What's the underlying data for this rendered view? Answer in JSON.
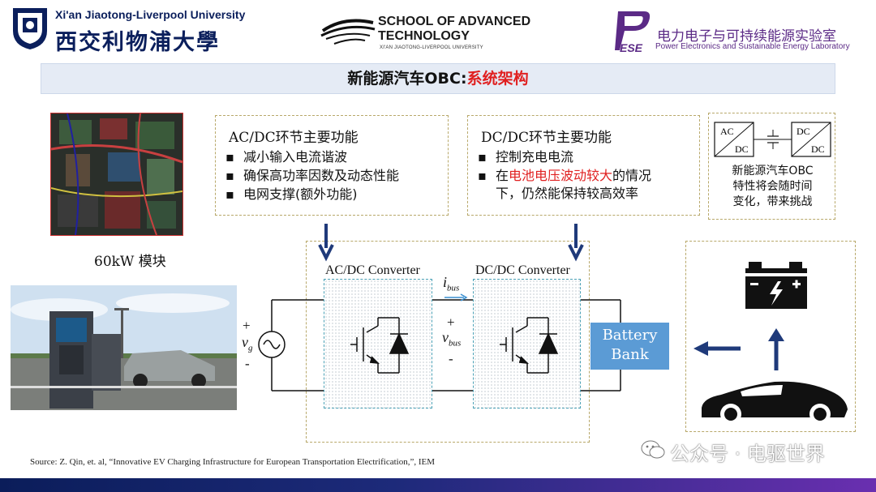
{
  "header": {
    "university_en": "Xi'an Jiaotong-Liverpool University",
    "university_cn": "西交利物浦大學",
    "school_line1": "SCHOOL OF ADVANCED",
    "school_line2": "TECHNOLOGY",
    "school_sub": "XI'AN JIAOTONG-LIVERPOOL UNIVERSITY",
    "lab_logo": "ESE",
    "lab_cn": "电力电子与可持续能源实验室",
    "lab_en": "Power Electronics and Sustainable Energy Laboratory"
  },
  "title": {
    "part1": "新能源汽车OBC:",
    "part2": "系统架构"
  },
  "acdc_box": {
    "heading": "AC/DC环节主要功能",
    "bullet_char": "▪",
    "items": [
      "减小输入电流谐波",
      "确保高功率因数及动态性能",
      "电网支撑(额外功能)"
    ]
  },
  "dcdc_box": {
    "heading": "DC/DC环节主要功能",
    "bullet_char": "▪",
    "item1": "控制充电电流",
    "item2_pre": "在",
    "item2_red": "电池电压波动较大",
    "item2_post": "的情况",
    "item2_line2": "下，仍然能保持较高效率"
  },
  "side_box": {
    "ac": "AC",
    "dc1": "DC",
    "dc2": "DC",
    "dc3": "DC",
    "line1": "新能源汽车OBC",
    "line2": "特性将会随时间",
    "line3": "变化，带来挑战"
  },
  "module_caption": "60kW 模块",
  "circuit": {
    "acdc_label": "AC/DC Converter",
    "dcdc_label": "DC/DC Converter",
    "vg_plus": "+",
    "vg_v": "v",
    "vg_sub": "g",
    "vg_minus": "-",
    "ibus_i": "i",
    "ibus_sub": "bus",
    "vbus_plus": "+",
    "vbus_v": "v",
    "vbus_sub": "bus",
    "vbus_minus": "-",
    "battery_line1": "Battery",
    "battery_line2": "Bank"
  },
  "source": "Source: Z. Qin, et. al, “Innovative EV Charging Infrastructure for European Transportation Electrification,”, IEM",
  "watermark": "公众号 · 电驱世界",
  "colors": {
    "navy": "#0b1f5c",
    "accent_red": "#e02020",
    "battery_blue": "#5b9bd5",
    "arrow_navy": "#1f3a7a",
    "purple": "#5b2a86"
  }
}
